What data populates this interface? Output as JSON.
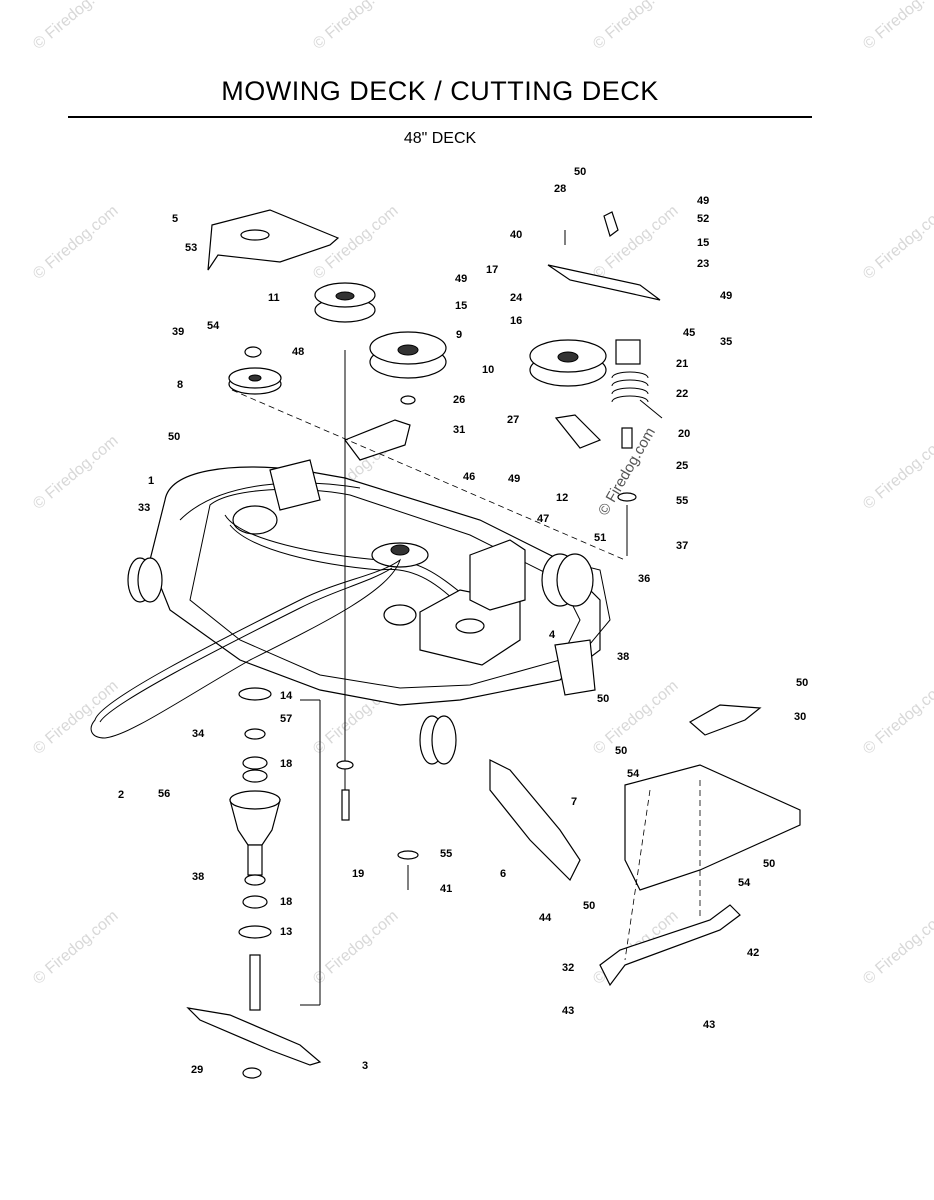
{
  "title": "MOWING DECK / CUTTING DECK",
  "subtitle": "48\" DECK",
  "watermark_text": "© Firedog.com",
  "callouts": {
    "c50a": "50",
    "c28": "28",
    "c49a": "49",
    "c52": "52",
    "c40": "40",
    "c15a": "15",
    "c23": "23",
    "c17": "17",
    "c49b": "49",
    "c24": "24",
    "c16": "16",
    "c45": "45",
    "c35": "35",
    "c10": "10",
    "c21": "21",
    "c22": "22",
    "c27": "27",
    "c20": "20",
    "c25": "25",
    "c49c": "49",
    "c55a": "55",
    "c12": "12",
    "c37": "37",
    "c5": "5",
    "c53": "53",
    "c39": "39",
    "c54a": "54",
    "c49d": "49",
    "c11": "11",
    "c15b": "15",
    "c9": "9",
    "c48": "48",
    "c8": "8",
    "c26": "26",
    "c50b": "50",
    "c31": "31",
    "c1": "1",
    "c46": "46",
    "c33": "33",
    "c47": "47",
    "c51": "51",
    "c36": "36",
    "c4": "4",
    "c38a": "38",
    "c50c": "50",
    "c14": "14",
    "c57": "57",
    "c34": "34",
    "c18a": "18",
    "c2": "2",
    "c56": "56",
    "c19": "19",
    "c38b": "38",
    "c18b": "18",
    "c13": "13",
    "c55b": "55",
    "c41": "41",
    "c6": "6",
    "c44": "44",
    "c50d": "50",
    "c50e": "50",
    "c30": "30",
    "c50f": "50",
    "c54b": "54",
    "c7": "7",
    "c50g": "50",
    "c54c": "54",
    "c42": "42",
    "c32": "32",
    "c43a": "43",
    "c43b": "43",
    "c29": "29",
    "c3": "3"
  }
}
